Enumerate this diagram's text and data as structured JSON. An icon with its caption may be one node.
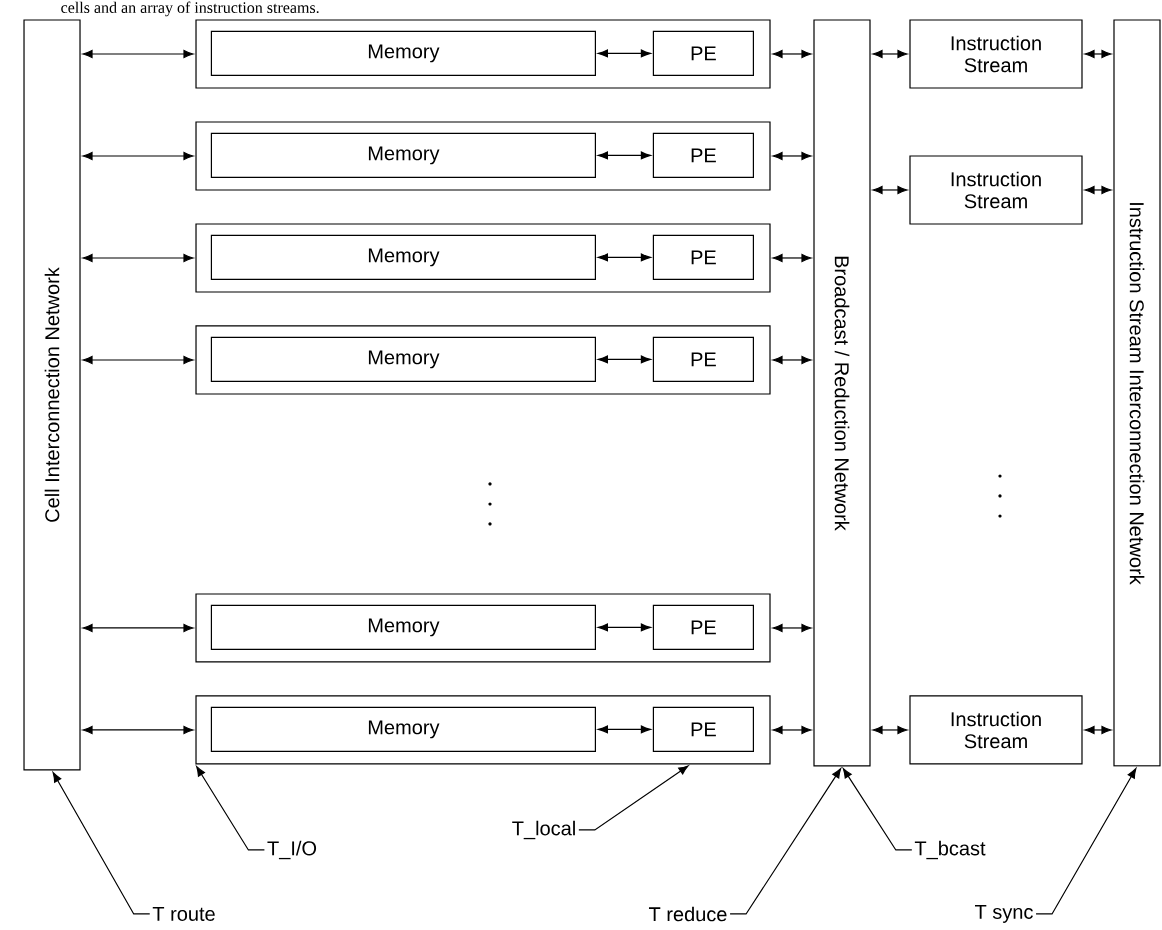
{
  "diagram": {
    "nodes": [
      {
        "text": [
          "Cell Interconnection Network"
        ]
      },
      {
        "text": [],
        "shape": "box"
      },
      {
        "text": [
          "Memory"
        ],
        "in": 1
      },
      {
        "text": [
          "PE"
        ],
        "in": 1
      },
      {
        "text": [],
        "shape": "box"
      },
      {
        "text": [
          "Memory"
        ],
        "in": 4
      },
      {
        "text": [
          "PE"
        ],
        "in": 4
      },
      {
        "text": [],
        "shape": "box"
      },
      {
        "text": [
          "Memory"
        ],
        "in": 7
      },
      {
        "text": [
          "PE"
        ],
        "in": 7
      },
      {
        "text": [],
        "shape": "box"
      },
      {
        "text": [
          "Memory"
        ],
        "in": 10
      },
      {
        "text": [
          "PE"
        ],
        "in": 10
      },
      {
        "text": [],
        "shape": "box"
      },
      {
        "text": [
          "Memory"
        ],
        "in": 13
      },
      {
        "text": [
          "PE"
        ],
        "in": 13
      },
      {
        "text": [],
        "shape": "box"
      },
      {
        "text": [
          "Memory"
        ],
        "in": 16
      },
      {
        "text": [
          "PE"
        ],
        "in": 16
      },
      {
        "text": [
          "Broadcast / Reduction Network"
        ]
      },
      {
        "text": [
          "Instruction Stream"
        ]
      },
      {
        "text": [
          "Instruction Stream"
        ]
      },
      {
        "text": [
          "Instruction Stream"
        ]
      },
      {
        "text": [
          "Instruction Stream Interconnection Network"
        ]
      },
      {
        "text": [
          "T route"
        ]
      },
      {
        "text": [
          "T_I/O"
        ]
      },
      {
        "text": [
          "T_local"
        ]
      },
      {
        "text": [
          "T reduce"
        ]
      },
      {
        "text": [
          "T_bcast"
        ]
      },
      {
        "text": [
          "T sync"
        ]
      }
    ],
    "edges": [
      {
        "from": 0,
        "to": 1,
        "arrow": "both"
      },
      {
        "from": 2,
        "to": 3,
        "arrow": "both"
      },
      {
        "from": 1,
        "to": 19,
        "arrow": "both"
      },
      {
        "from": 0,
        "to": 4,
        "arrow": "both"
      },
      {
        "from": 5,
        "to": 6,
        "arrow": "both"
      },
      {
        "from": 4,
        "to": 19,
        "arrow": "both"
      },
      {
        "from": 0,
        "to": 7,
        "arrow": "both"
      },
      {
        "from": 8,
        "to": 9,
        "arrow": "both"
      },
      {
        "from": 7,
        "to": 19,
        "arrow": "both"
      },
      {
        "from": 0,
        "to": 10,
        "arrow": "both"
      },
      {
        "from": 11,
        "to": 12,
        "arrow": "both"
      },
      {
        "from": 10,
        "to": 19,
        "arrow": "both"
      },
      {
        "from": 0,
        "to": 13,
        "arrow": "both"
      },
      {
        "from": 14,
        "to": 15,
        "arrow": "both"
      },
      {
        "from": 13,
        "to": 19,
        "arrow": "both"
      },
      {
        "from": 0,
        "to": 16,
        "arrow": "both"
      },
      {
        "from": 17,
        "to": 18,
        "arrow": "both"
      },
      {
        "from": 16,
        "to": 19,
        "arrow": "both"
      },
      {
        "from": 19,
        "to": 20,
        "arrow": "both"
      },
      {
        "from": 20,
        "to": 23,
        "arrow": "both"
      },
      {
        "from": 19,
        "to": 21,
        "arrow": "both"
      },
      {
        "from": 21,
        "to": 23,
        "arrow": "both"
      },
      {
        "from": 19,
        "to": 22,
        "arrow": "both"
      },
      {
        "from": 22,
        "to": 23,
        "arrow": "both"
      },
      {
        "from": 24,
        "to": 0,
        "arrow": "to"
      },
      {
        "from": 25,
        "to": 16,
        "arrow": "to"
      },
      {
        "from": 26,
        "to": 16,
        "arrow": "to"
      },
      {
        "from": 27,
        "to": 19,
        "arrow": "to"
      },
      {
        "from": 28,
        "to": 19,
        "arrow": "to"
      },
      {
        "from": 29,
        "to": 23,
        "arrow": "to"
      }
    ],
    "labels": [
      "cells and an array of instruction streams."
    ]
  }
}
